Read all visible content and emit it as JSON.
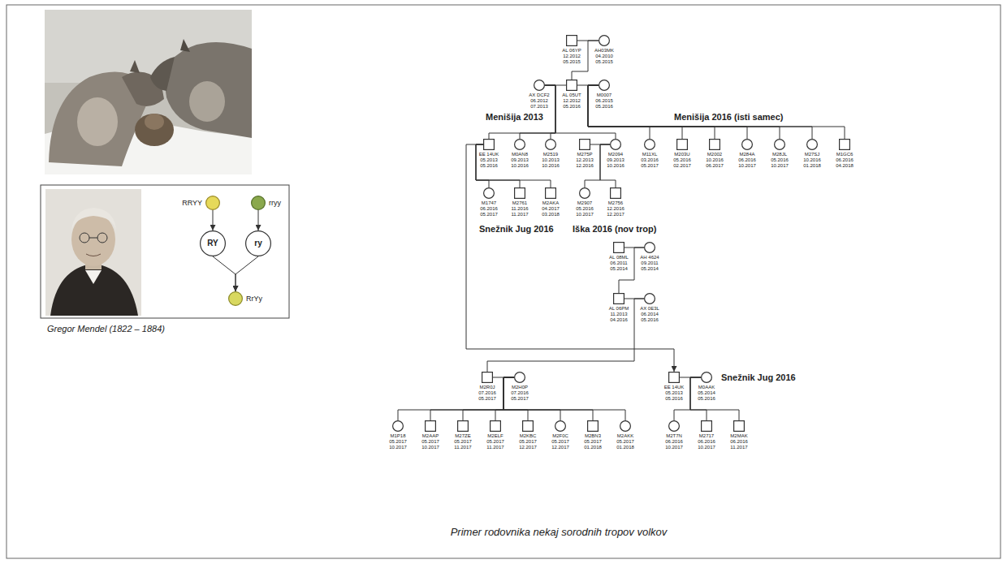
{
  "diagram": {
    "caption": "Primer rodovnika nekaj sorodnih tropov volkov",
    "nodes": [
      {
        "text": [
          "RRYY"
        ]
      },
      {
        "text": [
          "rryy"
        ]
      },
      {
        "text": [
          "RY"
        ]
      },
      {
        "text": [
          "ry"
        ]
      },
      {
        "text": [
          "RrYy"
        ]
      },
      {
        "text": [
          "AL 06YP",
          "12.2012",
          "05.2015"
        ]
      },
      {
        "text": [
          "AH03MK",
          "04.2010",
          "05.2015"
        ]
      },
      {
        "text": [
          "AX DCF2",
          "06.2012",
          "07.2013"
        ]
      },
      {
        "text": [
          "AL 05UT",
          "12.2012",
          "05.2016"
        ]
      },
      {
        "text": [
          "M0007",
          "06.2015",
          "05.2016"
        ]
      },
      {
        "text": [
          "EE 14UK",
          "05.2013",
          "05.2016"
        ]
      },
      {
        "text": [
          "M0AN8",
          "09.2013",
          "10.2016"
        ]
      },
      {
        "text": [
          "M2519",
          "10.2013",
          "10.2016"
        ]
      },
      {
        "text": [
          "M275P",
          "12.2013",
          "12.2016"
        ]
      },
      {
        "text": [
          "M2094",
          "09.2013",
          "10.2016"
        ]
      },
      {
        "text": [
          "M11XL",
          "03.2016",
          "05.2017"
        ]
      },
      {
        "text": [
          "M203U",
          "05.2016",
          "02.2017"
        ]
      },
      {
        "text": [
          "M2002",
          "10.2016",
          "06.2017"
        ]
      },
      {
        "text": [
          "M284A",
          "06.2016",
          "10.2017"
        ]
      },
      {
        "text": [
          "M28JL",
          "05.2016",
          "10.2017"
        ]
      },
      {
        "text": [
          "M27SJ",
          "10.2016",
          "01.2018"
        ]
      },
      {
        "text": [
          "M1GC6",
          "06.2016",
          "04.2018"
        ]
      },
      {
        "text": [
          "M1747",
          "06.2016",
          "05.2017"
        ]
      },
      {
        "text": [
          "M2761",
          "11.2016",
          "11.2017"
        ]
      },
      {
        "text": [
          "M2AKA",
          "04.2017",
          "03.2018"
        ]
      },
      {
        "text": [
          "M2907",
          "05.2016",
          "10.2017"
        ]
      },
      {
        "text": [
          "M2756",
          "12.2016",
          "12.2017"
        ]
      },
      {
        "text": [
          "AL 08ML",
          "06.2011",
          "05.2014"
        ]
      },
      {
        "text": [
          "AH 4624",
          "09.2011",
          "05.2014"
        ]
      },
      {
        "text": [
          "AL 06PM",
          "11.2013",
          "04.2016"
        ]
      },
      {
        "text": [
          "AX 0E3L",
          "06.2014",
          "05.2016"
        ]
      },
      {
        "text": [
          "M2R0J",
          "07.2016",
          "05.2017"
        ]
      },
      {
        "text": [
          "M2H0P",
          "07.2016",
          "05.2017"
        ]
      },
      {
        "text": [
          "EE 14UK",
          "05.2013",
          "05.2016"
        ]
      },
      {
        "text": [
          "M0AAK",
          "05.2014",
          "05.2016"
        ]
      },
      {
        "text": [
          "M1P18",
          "05.2017",
          "10.2017"
        ]
      },
      {
        "text": [
          "M2AAP",
          "05.2017",
          "10.2017"
        ]
      },
      {
        "text": [
          "M27ZE",
          "05.2017",
          "11.2017"
        ]
      },
      {
        "text": [
          "M2ELF",
          "05.2017",
          "11.2017"
        ]
      },
      {
        "text": [
          "M2KBC",
          "05.2017",
          "12.2017"
        ]
      },
      {
        "text": [
          "M2F0C",
          "05.2017",
          "12.2017"
        ]
      },
      {
        "text": [
          "M2BN3",
          "05.2017",
          "01.2018"
        ]
      },
      {
        "text": [
          "M2AKK",
          "05.2017",
          "01.2018"
        ]
      },
      {
        "text": [
          "M2T7N",
          "06.2016",
          "10.2017"
        ]
      },
      {
        "text": [
          "M2717",
          "06.2016",
          "10.2017"
        ]
      },
      {
        "text": [
          "M2MAK",
          "06.2016",
          "11.2017"
        ]
      }
    ],
    "edges": [
      {
        "from": 0,
        "to": 2,
        "arrow": "to"
      },
      {
        "from": 1,
        "to": 3,
        "arrow": "to"
      },
      {
        "from": 2,
        "to": 4,
        "arrow": "to"
      },
      {
        "from": 3,
        "to": 4,
        "arrow": "to"
      },
      {
        "from": 5,
        "to": 6,
        "arrow": "none"
      },
      {
        "from": 6,
        "to": 8,
        "arrow": "none"
      },
      {
        "from": 7,
        "to": 8,
        "arrow": "none"
      },
      {
        "from": 8,
        "to": 9,
        "arrow": "none"
      },
      {
        "from": 7,
        "to": 10,
        "arrow": "none"
      },
      {
        "from": 7,
        "to": 11,
        "arrow": "none"
      },
      {
        "from": 7,
        "to": 12,
        "arrow": "none"
      },
      {
        "from": 7,
        "to": 14,
        "arrow": "none"
      },
      {
        "from": 9,
        "to": 15,
        "arrow": "none"
      },
      {
        "from": 9,
        "to": 16,
        "arrow": "none"
      },
      {
        "from": 9,
        "to": 17,
        "arrow": "none"
      },
      {
        "from": 9,
        "to": 18,
        "arrow": "none"
      },
      {
        "from": 9,
        "to": 19,
        "arrow": "none"
      },
      {
        "from": 9,
        "to": 20,
        "arrow": "none"
      },
      {
        "from": 9,
        "to": 21,
        "arrow": "none"
      },
      {
        "from": 13,
        "to": 14,
        "arrow": "none"
      },
      {
        "from": 10,
        "to": 22,
        "arrow": "none"
      },
      {
        "from": 10,
        "to": 23,
        "arrow": "none"
      },
      {
        "from": 10,
        "to": 24,
        "arrow": "none"
      },
      {
        "from": 14,
        "to": 25,
        "arrow": "none"
      },
      {
        "from": 14,
        "to": 26,
        "arrow": "none"
      },
      {
        "from": 27,
        "to": 28,
        "arrow": "none"
      },
      {
        "from": 28,
        "to": 29,
        "arrow": "none"
      },
      {
        "from": 29,
        "to": 30,
        "arrow": "none"
      },
      {
        "from": 30,
        "to": 31,
        "arrow": "none"
      },
      {
        "from": 31,
        "to": 32,
        "arrow": "none"
      },
      {
        "from": 10,
        "to": 33,
        "arrow": "to"
      },
      {
        "from": 33,
        "to": 34,
        "arrow": "none"
      },
      {
        "from": 32,
        "to": 35,
        "arrow": "none"
      },
      {
        "from": 32,
        "to": 36,
        "arrow": "none"
      },
      {
        "from": 32,
        "to": 37,
        "arrow": "none"
      },
      {
        "from": 32,
        "to": 38,
        "arrow": "none"
      },
      {
        "from": 32,
        "to": 39,
        "arrow": "none"
      },
      {
        "from": 32,
        "to": 40,
        "arrow": "none"
      },
      {
        "from": 32,
        "to": 41,
        "arrow": "none"
      },
      {
        "from": 32,
        "to": 42,
        "arrow": "none"
      },
      {
        "from": 34,
        "to": 43,
        "arrow": "none"
      },
      {
        "from": 34,
        "to": 44,
        "arrow": "none"
      },
      {
        "from": 34,
        "to": 45,
        "arrow": "none"
      }
    ],
    "labels": [
      "Menišija 2013",
      "Menišija 2016 (isti samec)",
      "Snežnik Jug 2016",
      "Iška 2016 (nov trop)",
      "Snežnik Jug 2016",
      "Gregor Mendel (1822 – 1884)"
    ]
  }
}
